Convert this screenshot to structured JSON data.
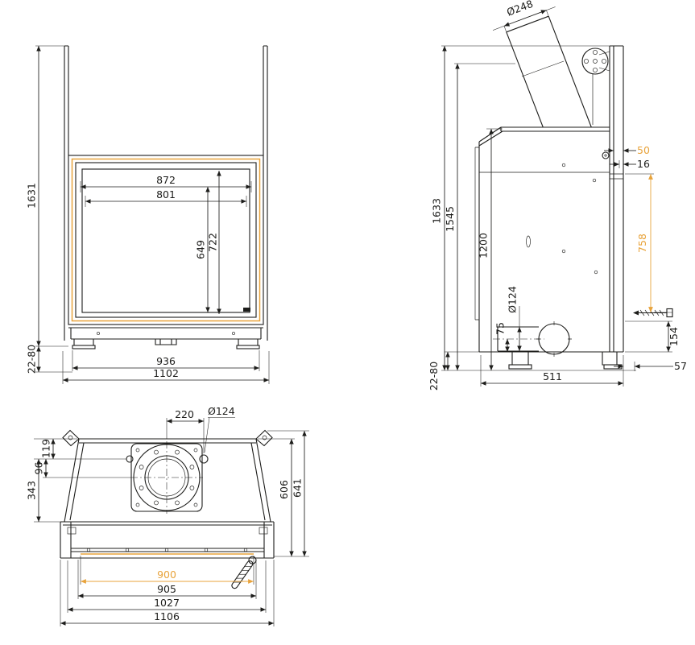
{
  "meta": {
    "ink_color": "#1d1d1b",
    "accent_color": "#E8A33B"
  },
  "front_view": {
    "overall_height": "1631",
    "glass_width_outer": "872",
    "glass_width_inner": "801",
    "glass_height_inner": "649",
    "glass_height_outer": "722",
    "foot_adjust_range": "22-80",
    "base_width": "936",
    "overall_width": "1102"
  },
  "side_view": {
    "flue_diameter": "Ø248",
    "top_gap": "50",
    "panel_thickness": "16",
    "overall_height": "1633",
    "frame_height": "1545",
    "body_height": "1200",
    "rod_height": "758",
    "air_inlet_diameter": "Ø124",
    "air_inlet_offset": "75",
    "base_height": "154",
    "rear_offset": "57",
    "depth": "511",
    "foot_adjust_range": "22-80"
  },
  "top_view": {
    "flue_center_offset": "220",
    "hole_diameter": "Ø124",
    "back_offset_outer": "119",
    "back_offset_inner": "96",
    "depth_front": "343",
    "depth_body": "606",
    "depth_overall": "641",
    "glass_width": "900",
    "opening_width": "905",
    "inner_width": "1027",
    "overall_width": "1106"
  }
}
